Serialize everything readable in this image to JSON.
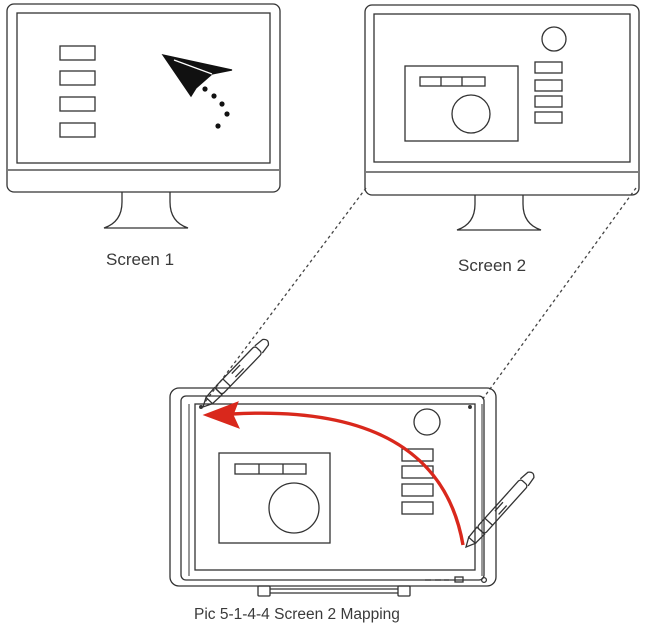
{
  "labels": {
    "screen_1": "Screen 1",
    "screen_2": "Screen 2",
    "caption": "Pic 5-1-4-4 Screen 2 Mapping"
  },
  "colors": {
    "line": "#333333",
    "arrow": "#d9281c",
    "cursor": "#111111"
  }
}
